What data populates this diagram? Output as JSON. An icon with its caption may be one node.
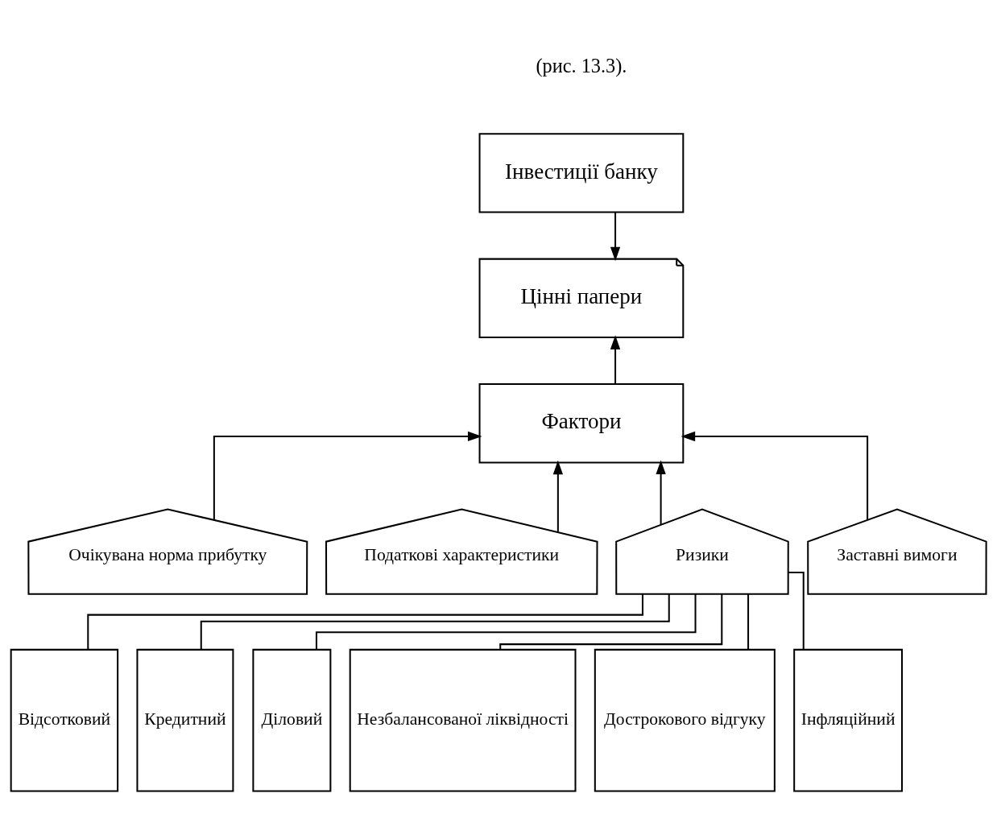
{
  "diagram": {
    "nodes": [
      {
        "text": [
          "Інвестиції банку"
        ]
      },
      {
        "text": [
          "Цінні папери"
        ]
      },
      {
        "text": [
          "Фактори"
        ]
      },
      {
        "text": [
          "Очікувана норма прибутку"
        ]
      },
      {
        "text": [
          "Податкові характеристики"
        ]
      },
      {
        "text": [
          "Ризики"
        ]
      },
      {
        "text": [
          "Заставні вимоги"
        ]
      },
      {
        "text": [
          "Відсотковий"
        ]
      },
      {
        "text": [
          "Кредитний"
        ]
      },
      {
        "text": [
          "Діловий"
        ]
      },
      {
        "text": [
          "Незбалансованої ліквідності"
        ]
      },
      {
        "text": [
          "Дострокового відгуку"
        ]
      },
      {
        "text": [
          "Інфляційний"
        ]
      }
    ],
    "edges": [
      {
        "from": 0,
        "to": 1,
        "arrow": "to"
      },
      {
        "from": 2,
        "to": 1,
        "arrow": "to"
      },
      {
        "from": 3,
        "to": 2,
        "arrow": "to"
      },
      {
        "from": 4,
        "to": 2,
        "arrow": "to"
      },
      {
        "from": 5,
        "to": 2,
        "arrow": "to"
      },
      {
        "from": 6,
        "to": 2,
        "arrow": "to"
      },
      {
        "from": 5,
        "to": 7,
        "arrow": "none"
      },
      {
        "from": 5,
        "to": 8,
        "arrow": "none"
      },
      {
        "from": 5,
        "to": 9,
        "arrow": "none"
      },
      {
        "from": 5,
        "to": 10,
        "arrow": "none"
      },
      {
        "from": 5,
        "to": 11,
        "arrow": "none"
      },
      {
        "from": 5,
        "to": 12,
        "arrow": "none"
      }
    ],
    "labels": [
      "(рис. 13.3)."
    ]
  }
}
